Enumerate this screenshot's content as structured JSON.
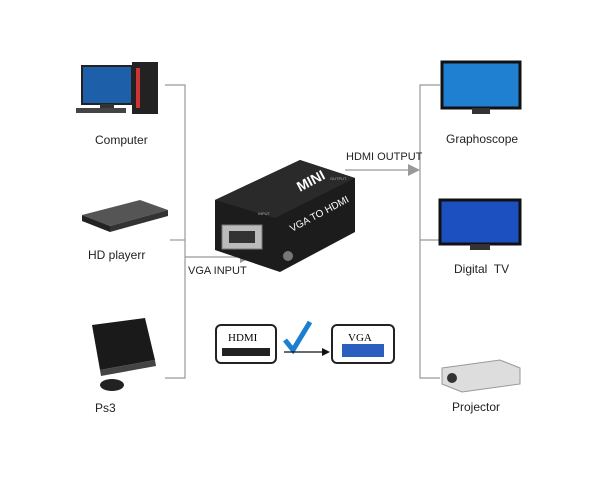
{
  "sources": [
    {
      "label": "Computer"
    },
    {
      "label": "HD playerr"
    },
    {
      "label": "Ps3"
    }
  ],
  "outputs": [
    {
      "label": "Graphoscope"
    },
    {
      "label": "Digital  TV"
    },
    {
      "label": "Projector"
    }
  ],
  "input_label": "VGA INPUT",
  "output_label": "HDMI OUTPUT",
  "device": {
    "brand": "MINI",
    "model": "VGA TO HDMI",
    "port_input": "INPUT",
    "port_output": "OUTPUT"
  },
  "legend": {
    "from": "HDMI",
    "to": "VGA",
    "check_color": "#1a7fd0"
  },
  "colors": {
    "line": "#888888",
    "device": "#1c1c1c"
  }
}
